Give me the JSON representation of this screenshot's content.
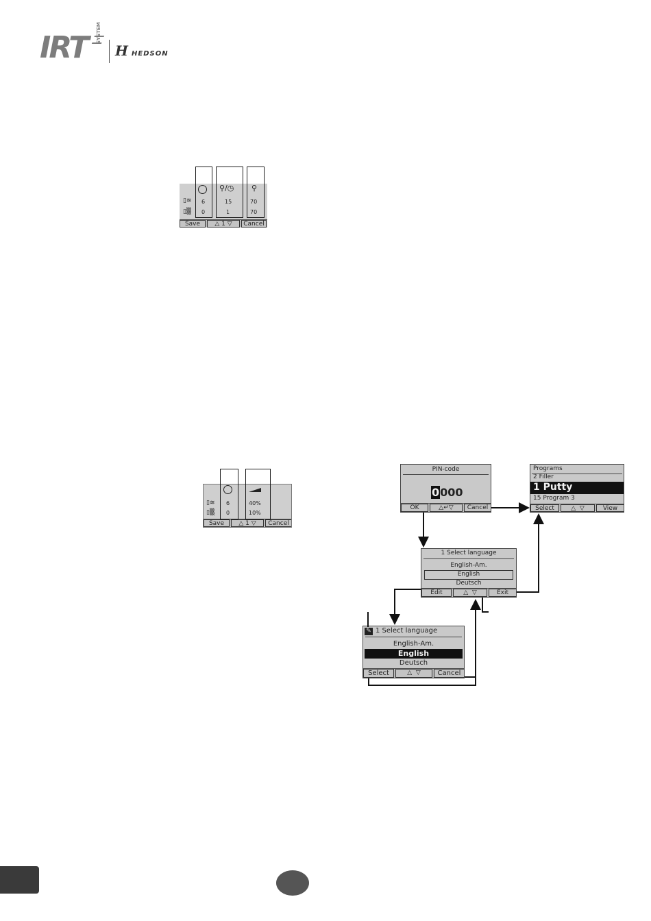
{
  "header": {
    "logo_text": "IRT",
    "logo_subtext": "SYSTEM",
    "brand": "HEDSON"
  },
  "screen1": {
    "values": {
      "time": "6",
      "ramp": "15",
      "level": "70",
      "row2_time": "0",
      "row2_ramp": "1",
      "row2_level": "70"
    },
    "softkeys": {
      "left": "Save",
      "middle": "1",
      "right": "Cancel"
    }
  },
  "screen2": {
    "values": {
      "time": "6",
      "power": "40%",
      "row2_time": "0",
      "row2_power": "10%"
    },
    "softkeys": {
      "left": "Save",
      "middle": "1",
      "right": "Cancel"
    }
  },
  "pin_screen": {
    "title": "PIN-code",
    "code_first": "0",
    "code_rest": "000",
    "softkeys": {
      "left": "OK",
      "right": "Cancel"
    }
  },
  "programs_screen": {
    "title": "Programs",
    "items": [
      "2 Filler",
      "1 Putty",
      "15 Program 3"
    ],
    "selected_index": 1,
    "softkeys": {
      "left": "Select",
      "right": "View"
    }
  },
  "language_screen": {
    "title": "1 Select language",
    "items": [
      "English-Am.",
      "English",
      "Deutsch"
    ],
    "softkeys": {
      "left": "Edit",
      "right": "Exit"
    }
  },
  "language_edit_screen": {
    "title": "1 Select language",
    "items": [
      "English-Am.",
      "English",
      "Deutsch"
    ],
    "softkeys": {
      "left": "Select",
      "right": "Cancel"
    }
  },
  "footer": {
    "page_tab": "",
    "page_number": ""
  }
}
